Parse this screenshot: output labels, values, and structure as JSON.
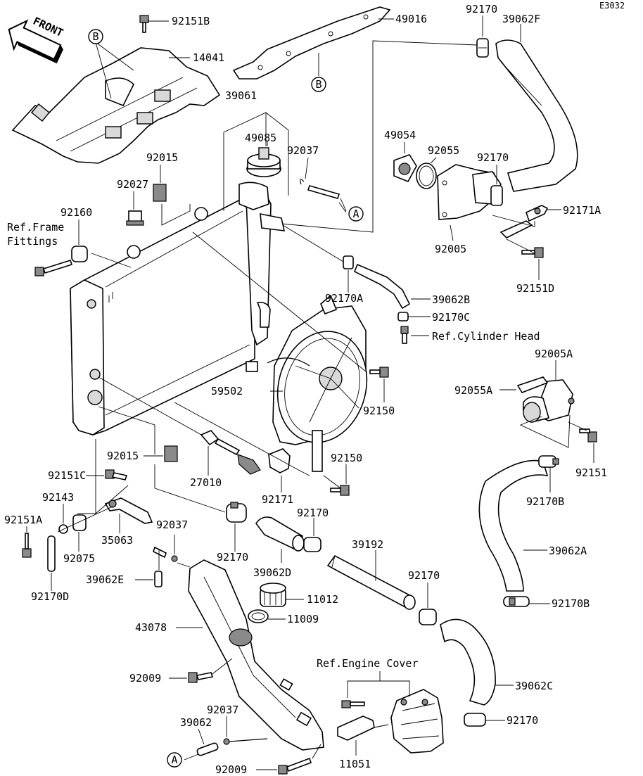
{
  "diagram_code": "E3032",
  "front_label": "FRONT",
  "callouts": {
    "A": "A",
    "B": "B"
  },
  "parts": {
    "p92151B": "92151B",
    "p14041": "14041",
    "p49016": "49016",
    "p92170_top": "92170",
    "p39062F": "39062F",
    "p39061": "39061",
    "p49085": "49085",
    "p92037_top": "92037",
    "p92015_top": "92015",
    "p92027": "92027",
    "p92160": "92160",
    "p49054": "49054",
    "p92055": "92055",
    "p92170_mid": "92170",
    "p92171A": "92171A",
    "p92005": "92005",
    "p92151D": "92151D",
    "p92170A": "92170A",
    "p39062B": "39062B",
    "p92170C": "92170C",
    "p92005A": "92005A",
    "p92055A": "92055A",
    "p59502": "59502",
    "p92150_a": "92150",
    "p92151": "92151",
    "p92015_bottom": "92015",
    "p92150_b": "92150",
    "p27010": "27010",
    "p92171": "92171",
    "p92151C": "92151C",
    "p92143": "92143",
    "p92170_c": "92170",
    "p92170B_a": "92170B",
    "p92151A": "92151A",
    "p35063": "35063",
    "p92037_mid": "92037",
    "p39192": "39192",
    "p39062A": "39062A",
    "p92075": "92075",
    "p92170_d": "92170",
    "p39062D": "39062D",
    "p92170_e": "92170",
    "p39062E": "39062E",
    "p92170D": "92170D",
    "p11012": "11012",
    "p92170B_b": "92170B",
    "p11009": "11009",
    "p43078": "43078",
    "p92009_a": "92009",
    "p39062C": "39062C",
    "p92037_bottom": "92037",
    "p39062": "39062",
    "p92170_f": "92170",
    "p92009_b": "92009",
    "p11051": "11051"
  },
  "references": {
    "frame_line1": "Ref.Frame",
    "frame_line2": "Fittings",
    "cylinder_head": "Ref.Cylinder Head",
    "engine_cover": "Ref.Engine Cover"
  }
}
